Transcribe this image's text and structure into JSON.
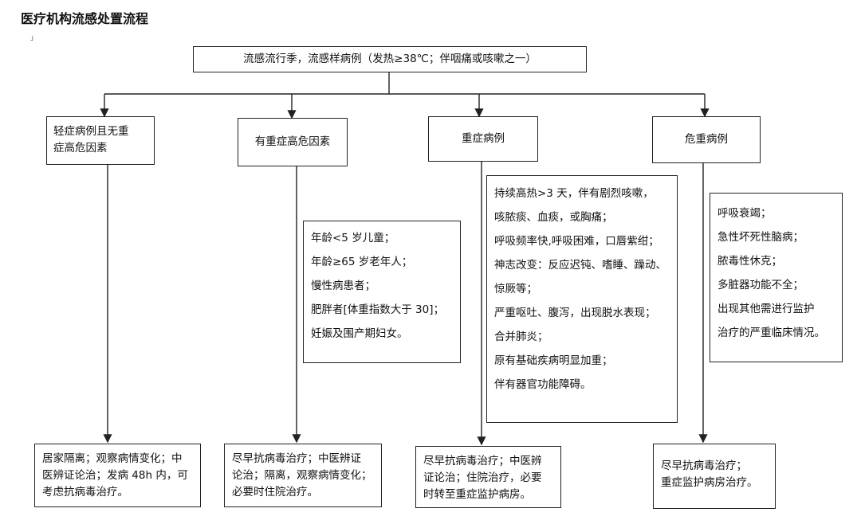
{
  "title": "医疗机构流感处置流程",
  "corner_mark": "」",
  "top": "流感流行季，流感样病例（发热≥38℃；伴咽痛或咳嗽之一）",
  "categories": [
    {
      "lines": [
        "轻症病例且无重",
        "症高危因素"
      ]
    },
    {
      "lines": [
        "有重症高危因素"
      ]
    },
    {
      "lines": [
        "重症病例"
      ]
    },
    {
      "lines": [
        "危重病例"
      ]
    }
  ],
  "criteria": {
    "high_risk": [
      "年龄<5 岁儿童；",
      "年龄≥65 岁老年人；",
      "慢性病患者；",
      "肥胖者[体重指数大于 30]；",
      "妊娠及围产期妇女。"
    ],
    "severe": [
      "持续高热>3 天，伴有剧烈咳嗽，",
      "咳脓痰、血痰，或胸痛；",
      "呼吸频率快,呼吸困难，口唇紫绀；",
      "神志改变：反应迟钝、嗜睡、躁动、",
      "惊厥等；",
      "严重呕吐、腹泻，出现脱水表现；",
      "合并肺炎；",
      "原有基础疾病明显加重；",
      "伴有器官功能障碍。"
    ],
    "critical": [
      "呼吸衰竭；",
      "急性坏死性脑病；",
      "脓毒性休克；",
      "多脏器功能不全；",
      "出现其他需进行监护",
      "治疗的严重临床情况。"
    ]
  },
  "actions": [
    {
      "lines": [
        "居家隔离；观察病情变化；中",
        "医辨证论治；发病 48h 内，可",
        "考虑抗病毒治疗。"
      ]
    },
    {
      "lines": [
        "尽早抗病毒治疗；中医辨证",
        "论治；隔离，观察病情变化；",
        "必要时住院治疗。"
      ]
    },
    {
      "lines": [
        "尽早抗病毒治疗；中医辨",
        "证论治；住院治疗，必要",
        "时转至重症监护病房。"
      ]
    },
    {
      "lines": [
        "尽早抗病毒治疗；",
        "重症监护病房治疗。"
      ]
    }
  ]
}
